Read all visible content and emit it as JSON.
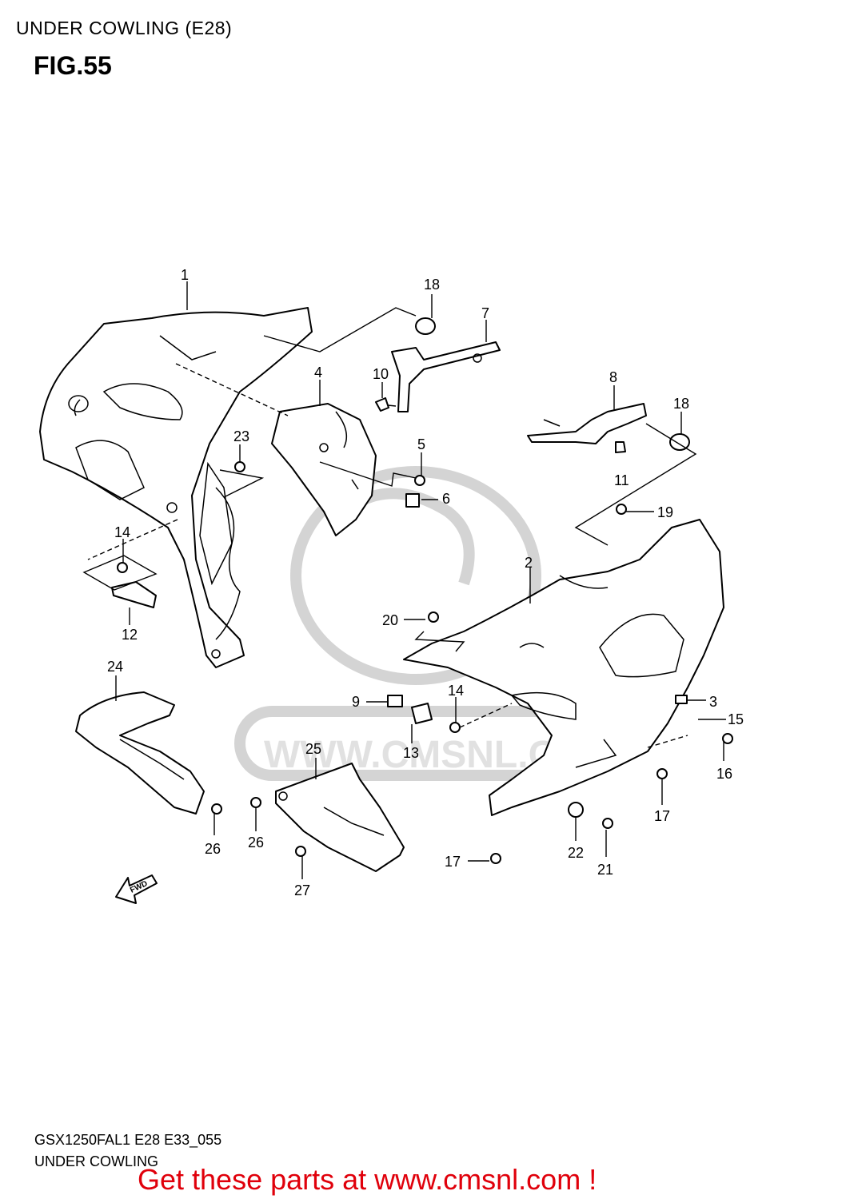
{
  "header": {
    "title": "UNDER COWLING (E28)",
    "figure": "FIG.55"
  },
  "watermark": "WWW.CMSNL.COM",
  "direction_label": "FWD",
  "callouts": [
    "1",
    "2",
    "3",
    "4",
    "5",
    "6",
    "7",
    "8",
    "9",
    "10",
    "11",
    "12",
    "13",
    "14",
    "15",
    "16",
    "17",
    "18",
    "19",
    "20",
    "21",
    "22",
    "23",
    "24",
    "25",
    "26",
    "27"
  ],
  "footer": {
    "model_code": "GSX1250FAL1 E28 E33_055",
    "caption": "UNDER COWLING",
    "promo": "Get these parts at www.cmsnl.com !",
    "promo_color": "#e0000b"
  }
}
